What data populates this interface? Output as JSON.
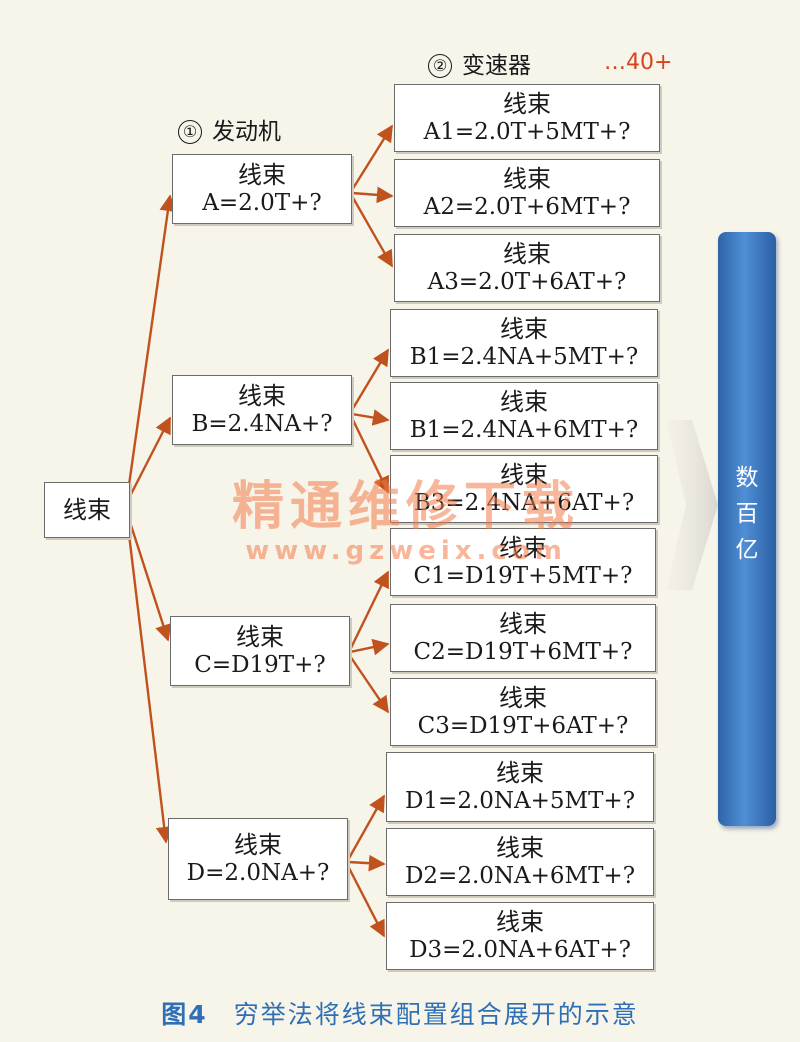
{
  "headers": {
    "engine": {
      "num": "①",
      "label": "发动机"
    },
    "transmission": {
      "num": "②",
      "label": "变速器"
    },
    "extra": "…40+"
  },
  "root": {
    "label": "线束"
  },
  "engines": [
    {
      "label": "线束",
      "formula": "A=2.0T+?"
    },
    {
      "label": "线束",
      "formula": "B=2.4NA+?"
    },
    {
      "label": "线束",
      "formula": "C=D19T+?"
    },
    {
      "label": "线束",
      "formula": "D=2.0NA+?"
    }
  ],
  "configs": [
    {
      "label": "线束",
      "formula": "A1=2.0T+5MT+?"
    },
    {
      "label": "线束",
      "formula": "A2=2.0T+6MT+?"
    },
    {
      "label": "线束",
      "formula": "A3=2.0T+6AT+?"
    },
    {
      "label": "线束",
      "formula": "B1=2.4NA+5MT+?"
    },
    {
      "label": "线束",
      "formula": "B1=2.4NA+6MT+?"
    },
    {
      "label": "线束",
      "formula": "B3=2.4NA+6AT+?"
    },
    {
      "label": "线束",
      "formula": "C1=D19T+5MT+?"
    },
    {
      "label": "线束",
      "formula": "C2=D19T+6MT+?"
    },
    {
      "label": "线束",
      "formula": "C3=D19T+6AT+?"
    },
    {
      "label": "线束",
      "formula": "D1=2.0NA+5MT+?"
    },
    {
      "label": "线束",
      "formula": "D2=2.0NA+6MT+?"
    },
    {
      "label": "线束",
      "formula": "D3=2.0NA+6AT+?"
    }
  ],
  "result": {
    "chars": [
      "数",
      "百",
      "亿"
    ]
  },
  "watermark": {
    "line1": "精通维修下载",
    "line2": "www.gzweix.com"
  },
  "caption": {
    "fig": "图4",
    "text": "穷举法将线束配置组合展开的示意"
  },
  "colors": {
    "arrow": "#c0521e",
    "bar": "#3b78c4",
    "caption": "#2f6fb5",
    "extra": "#d9431c"
  }
}
